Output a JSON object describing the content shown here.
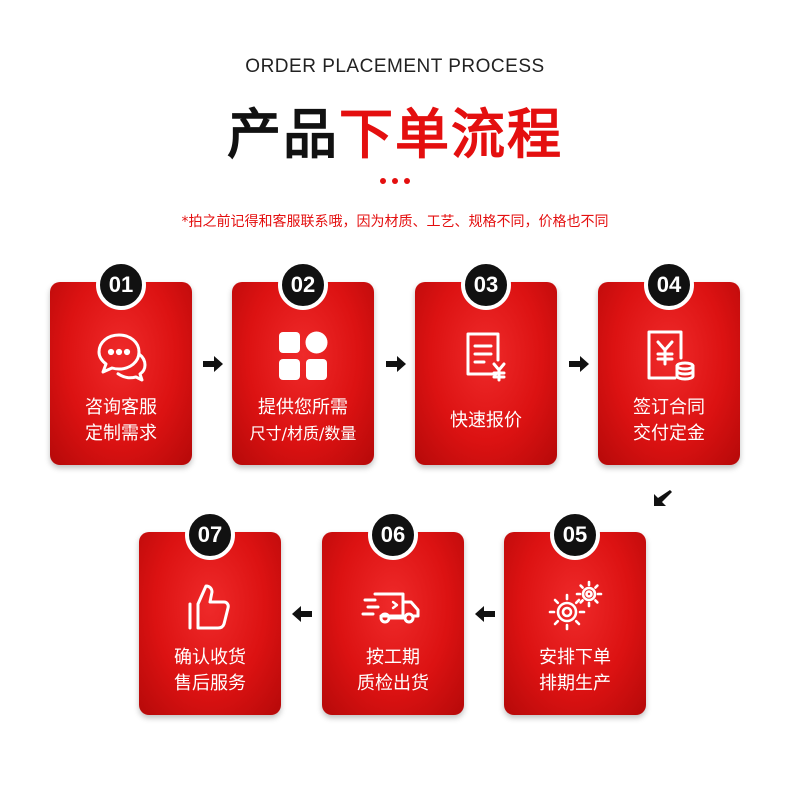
{
  "header": {
    "subtitle_en": "ORDER PLACEMENT PROCESS",
    "title_black": "产品",
    "title_red": "下单流程",
    "note": "*拍之前记得和客服联系哦，因为材质、工艺、规格不同，价格也不同"
  },
  "colors": {
    "accent": "#e40f0f",
    "badge": "#111111"
  },
  "steps": [
    {
      "num": "01",
      "icon": "chat-bubbles-icon",
      "line1": "咨询客服",
      "line2": "定制需求"
    },
    {
      "num": "02",
      "icon": "grid-blocks-icon",
      "line1": "提供您所需",
      "line2": "尺寸/材质/数量"
    },
    {
      "num": "03",
      "icon": "invoice-yen-icon",
      "line1": "快速报价",
      "line2": ""
    },
    {
      "num": "04",
      "icon": "contract-coins-icon",
      "line1": "签订合同",
      "line2": "交付定金"
    },
    {
      "num": "05",
      "icon": "gears-icon",
      "line1": "安排下单",
      "line2": "排期生产"
    },
    {
      "num": "06",
      "icon": "delivery-truck-icon",
      "line1": "按工期",
      "line2": "质检出货"
    },
    {
      "num": "07",
      "icon": "thumbs-up-icon",
      "line1": "确认收货",
      "line2": "售后服务"
    }
  ]
}
